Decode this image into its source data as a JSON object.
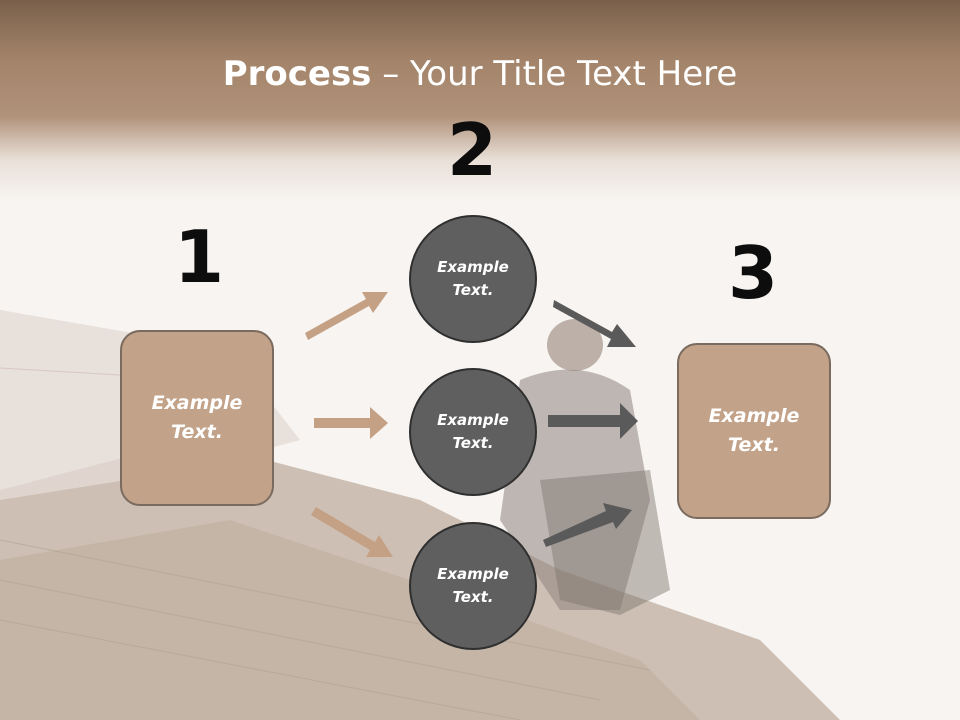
{
  "title": {
    "bold": "Process",
    "rest": " – Your Title Text Here"
  },
  "steps": [
    {
      "number": "1",
      "text": "Example Text."
    },
    {
      "number": "2",
      "circles": [
        "Example Text.",
        "Example Text.",
        "Example Text."
      ]
    },
    {
      "number": "3",
      "text": "Example Text."
    }
  ],
  "colors": {
    "box_fill": "#c2a38a",
    "circle_fill": "#5f5f5f",
    "tan_arrow": "#c4a084",
    "gray_arrow": "#5a5a5a"
  }
}
